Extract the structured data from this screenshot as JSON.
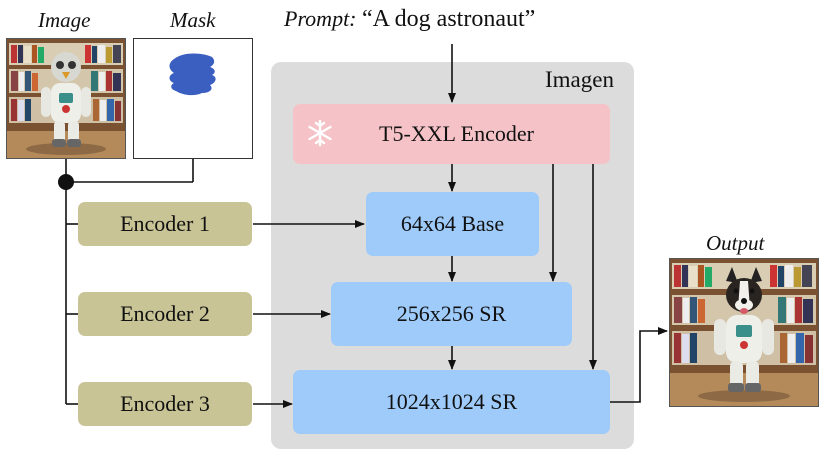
{
  "inputs": {
    "image_label": "Image",
    "mask_label": "Mask",
    "prompt_label": "Prompt:",
    "prompt_text": "“A dog astronaut”"
  },
  "imagen": {
    "title": "Imagen",
    "text_encoder": "T5-XXL Encoder",
    "base": "64x64 Base",
    "sr1": "256x256 SR",
    "sr2": "1024x1024 SR"
  },
  "encoders": [
    "Encoder 1",
    "Encoder 2",
    "Encoder 3"
  ],
  "output": {
    "label": "Output"
  },
  "colors": {
    "encoder": "#c8c496",
    "stage": "#9fcbfb",
    "t5": "#f5c3c7",
    "panel": "#dcdcdc",
    "mask_blob": "#3b5fc0"
  }
}
